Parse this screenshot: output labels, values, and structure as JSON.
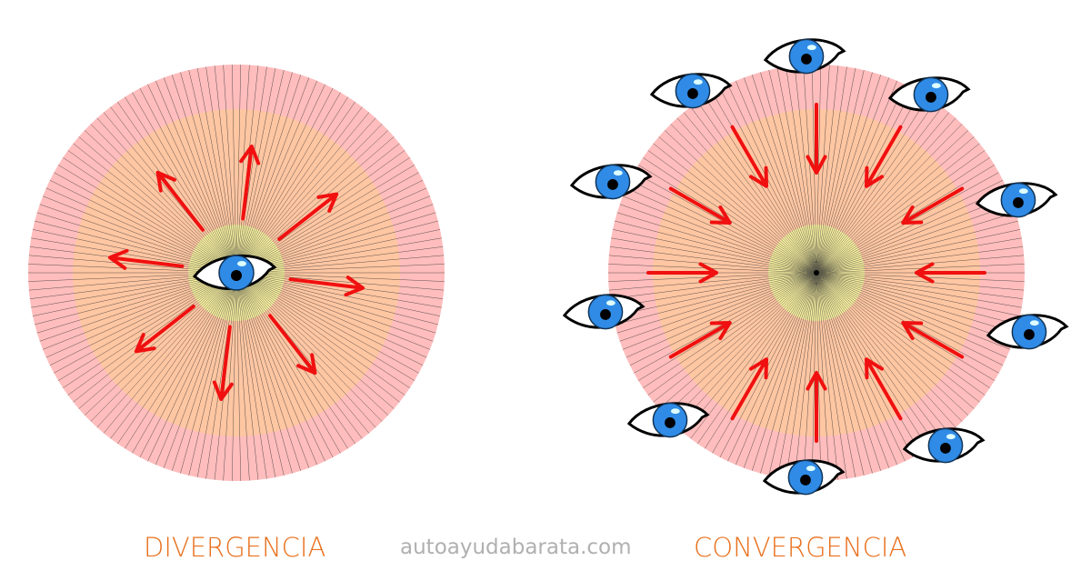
{
  "labels": {
    "divergence": "DIVERGENCIA",
    "convergence": "CONVERGENCIA",
    "website": "autoayudabarata.com"
  },
  "colors": {
    "outer_ring": "#ffbdbd",
    "middle_ring": "#ffc6a2",
    "inner_ring": "#f9f1a0",
    "arrow": "#f01010",
    "iris": "#2f8be6",
    "label": "#e8701e"
  },
  "diagrams": [
    {
      "name": "divergence",
      "eye_count": 1,
      "arrow_direction": "outward",
      "arrow_count": 8
    },
    {
      "name": "convergence",
      "eye_count": 10,
      "arrow_direction": "inward",
      "arrow_count": 12
    }
  ]
}
